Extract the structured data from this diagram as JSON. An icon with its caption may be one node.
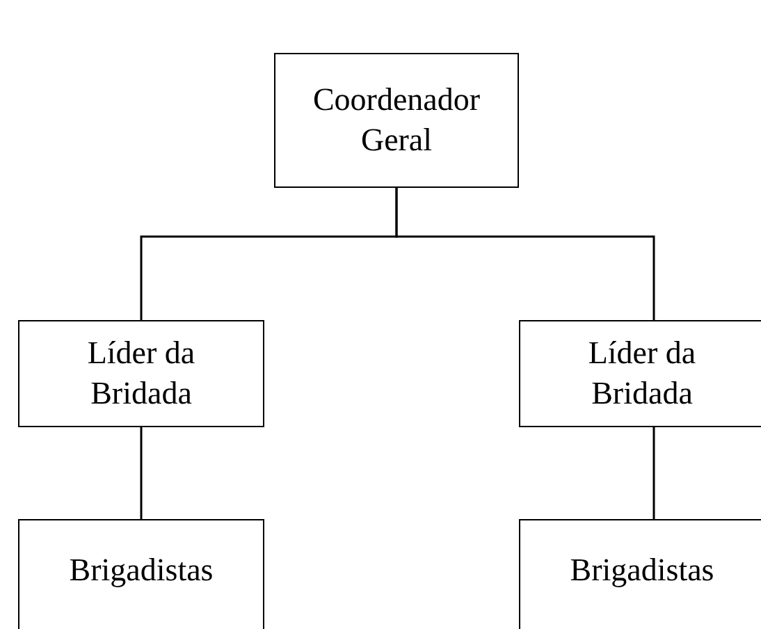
{
  "diagram": {
    "nodes": [
      {
        "text": [
          "Coordenador Geral"
        ]
      },
      {
        "text": [
          "Líder da Bridada"
        ]
      },
      {
        "text": [
          "Líder da Bridada"
        ]
      },
      {
        "text": [
          "Brigadistas"
        ]
      },
      {
        "text": [
          "Brigadistas"
        ]
      }
    ],
    "edges": [
      {
        "from": 0,
        "to": 1,
        "arrow": "none"
      },
      {
        "from": 0,
        "to": 2,
        "arrow": "none"
      },
      {
        "from": 1,
        "to": 3,
        "arrow": "none"
      },
      {
        "from": 2,
        "to": 4,
        "arrow": "none"
      }
    ]
  }
}
